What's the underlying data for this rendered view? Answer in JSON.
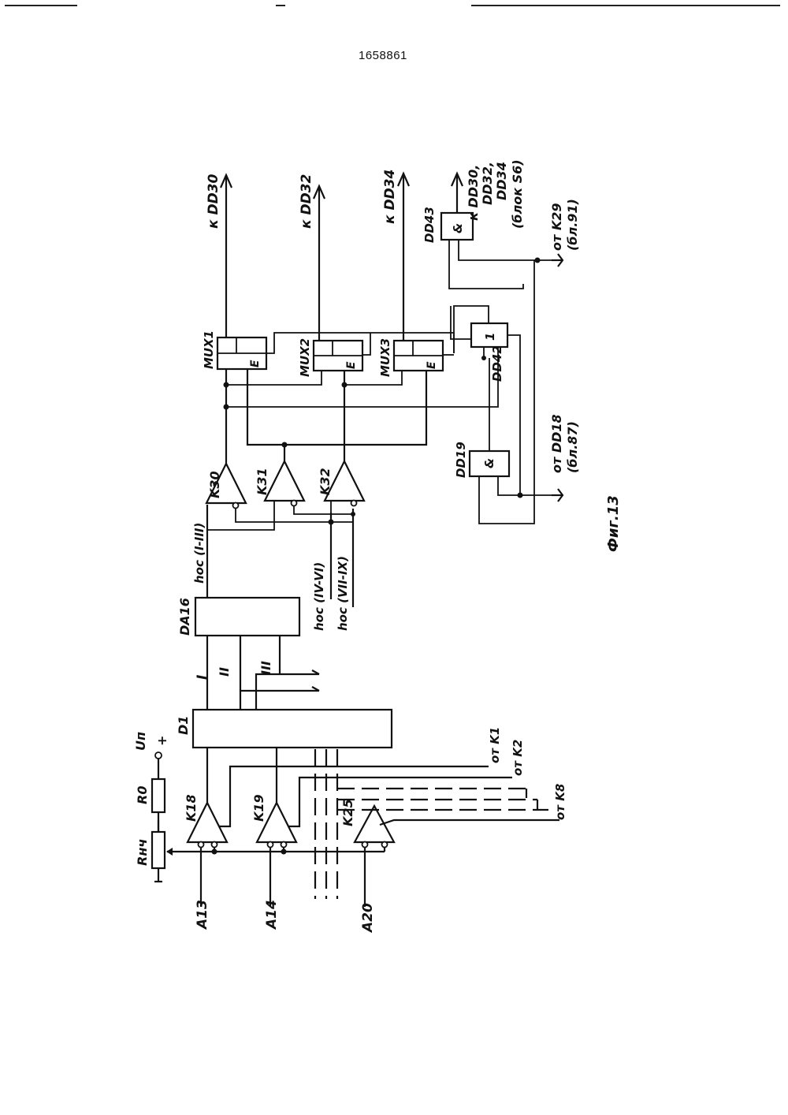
{
  "document": {
    "number": "1658861"
  },
  "figure": {
    "caption": "Фиг.13"
  },
  "blocks": {
    "d1": "D1",
    "da16": "DA16",
    "mux1": "MUX1",
    "mux2": "MUX2",
    "mux3": "MUX3",
    "dd19": "DD19",
    "dd42": "DD42",
    "dd43": "DD43",
    "and_symbol": "&",
    "or_symbol": "1",
    "enable_symbol": "E"
  },
  "comparators": {
    "k18": "K18",
    "k19": "K19",
    "k25": "K25",
    "k30": "K30",
    "k31": "K31",
    "k32": "K32"
  },
  "inputs": {
    "a13": "A13",
    "a14": "A14",
    "a20": "A20",
    "from_k1": "от K1",
    "from_k2": "от K2",
    "from_k8": "от K8",
    "from_dd18": "от DD18",
    "from_dd18_block": "(бл.87)",
    "from_k29": "от K29",
    "from_k29_block": "(бл.91)"
  },
  "outputs": {
    "to_dd30": "к DD30",
    "to_dd32": "к DD32",
    "to_dd34": "к DD34",
    "to_multi_1": "к DD30,",
    "to_multi_2": "DD32,",
    "to_multi_3": "DD34",
    "to_multi_4": "(блок S6)"
  },
  "channels": {
    "ch1": "I",
    "ch2": "II",
    "ch3": "III",
    "hoc_1_3": "hос (I-III)",
    "hoc_4_6": "hос (IV-VI)",
    "hoc_7_9": "hос (VII-IX)"
  },
  "components": {
    "r_load": "Rнч",
    "r0": "R0",
    "supply": "Uп",
    "plus": "+"
  }
}
